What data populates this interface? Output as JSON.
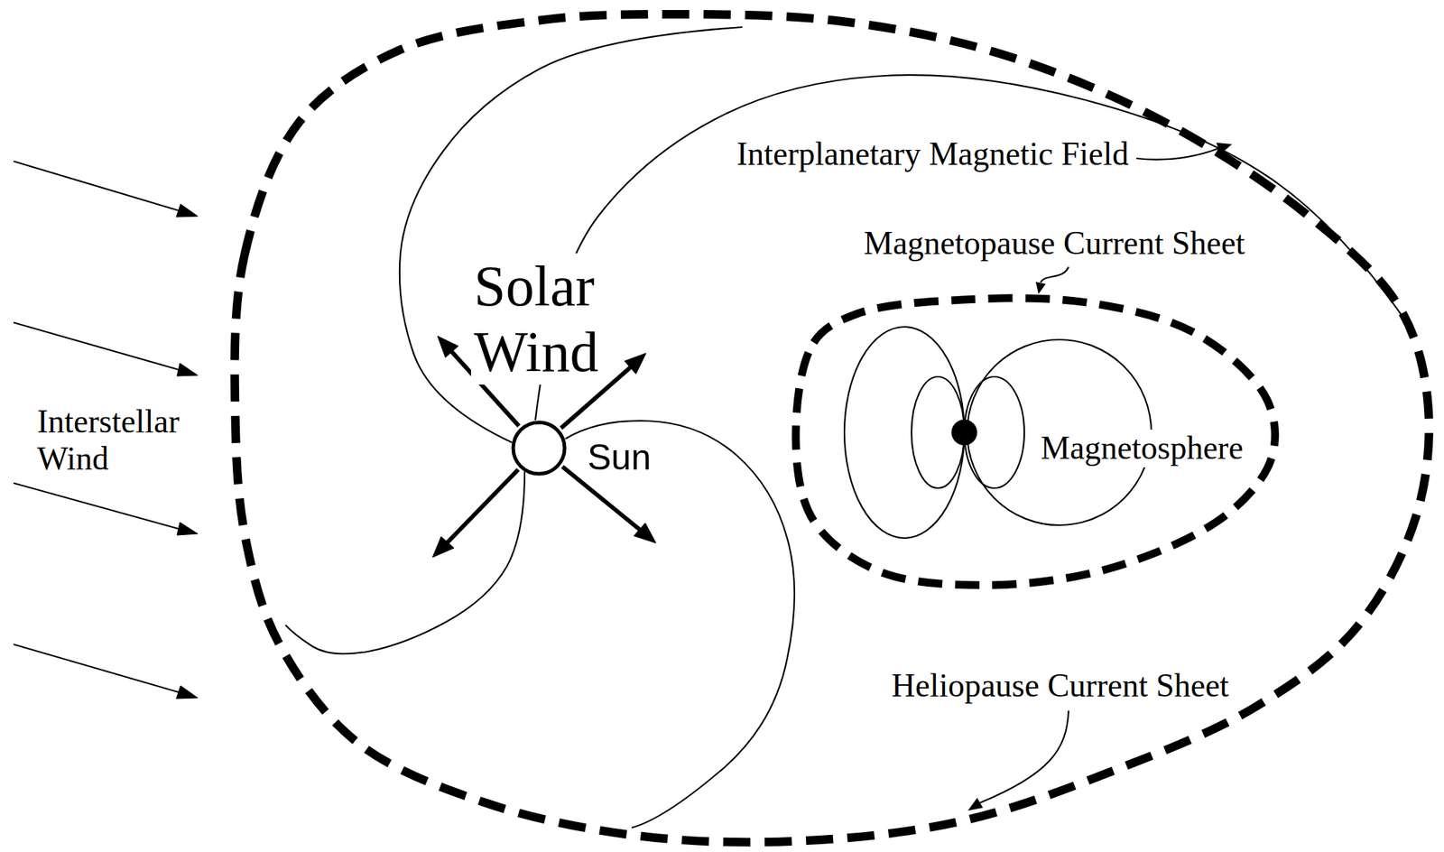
{
  "diagram": {
    "nodes": [
      {
        "text": [
          "Heliopause Current Sheet"
        ]
      },
      {
        "text": [
          "Sun"
        ],
        "in": 0
      },
      {
        "text": [
          "Magnetopause Current Sheet",
          "Magnetosphere"
        ],
        "in": 0
      }
    ],
    "labels": [
      "Interplanetary Magnetic Field",
      "Solar Wind",
      "Interstellar Wind"
    ]
  }
}
